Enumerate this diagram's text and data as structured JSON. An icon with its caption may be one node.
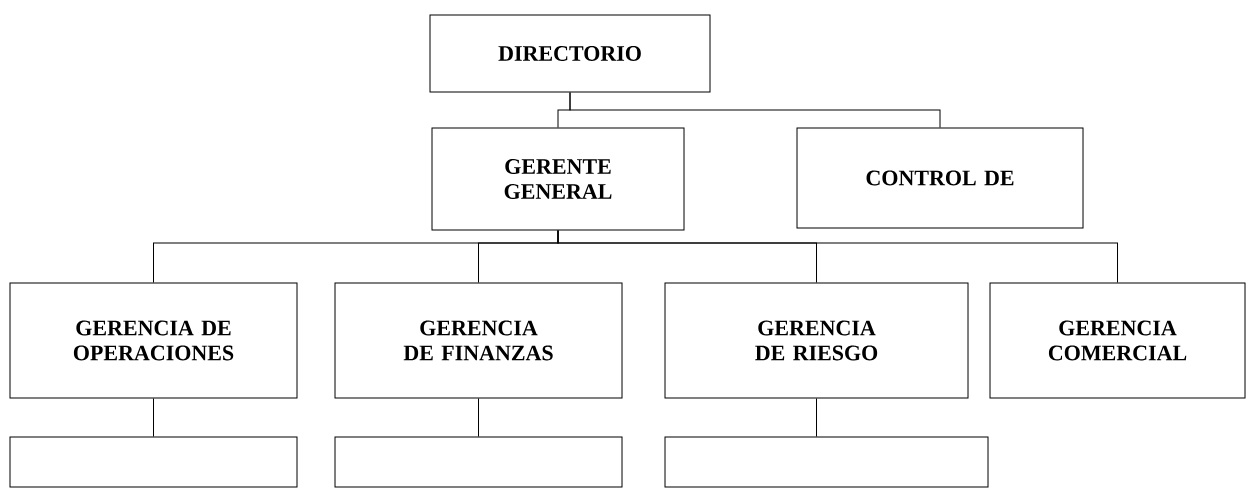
{
  "diagram": {
    "nodes": [
      {
        "text": [
          "DIRECTORIO"
        ]
      },
      {
        "text": [
          "GERENTE GENERAL"
        ]
      },
      {
        "text": [
          "CONTROL DE"
        ]
      },
      {
        "text": [
          "GERENCIA DE OPERACIONES"
        ]
      },
      {
        "text": [
          "GERENCIA DE FINANZAS"
        ]
      },
      {
        "text": [
          "GERENCIA DE RIESGO"
        ]
      },
      {
        "text": [
          "GERENCIA COMERCIAL"
        ]
      },
      {
        "text": [],
        "shape": "box"
      },
      {
        "text": [],
        "shape": "box"
      },
      {
        "text": [],
        "shape": "box"
      }
    ],
    "edges": [
      {
        "from": 0,
        "to": 1,
        "arrow": "none"
      },
      {
        "from": 0,
        "to": 2,
        "arrow": "none"
      },
      {
        "from": 1,
        "to": 3,
        "arrow": "none"
      },
      {
        "from": 1,
        "to": 4,
        "arrow": "none"
      },
      {
        "from": 1,
        "to": 5,
        "arrow": "none"
      },
      {
        "from": 1,
        "to": 6,
        "arrow": "none"
      },
      {
        "from": 3,
        "to": 7,
        "arrow": "none"
      },
      {
        "from": 4,
        "to": 8,
        "arrow": "none"
      },
      {
        "from": 5,
        "to": 9,
        "arrow": "none"
      }
    ]
  }
}
